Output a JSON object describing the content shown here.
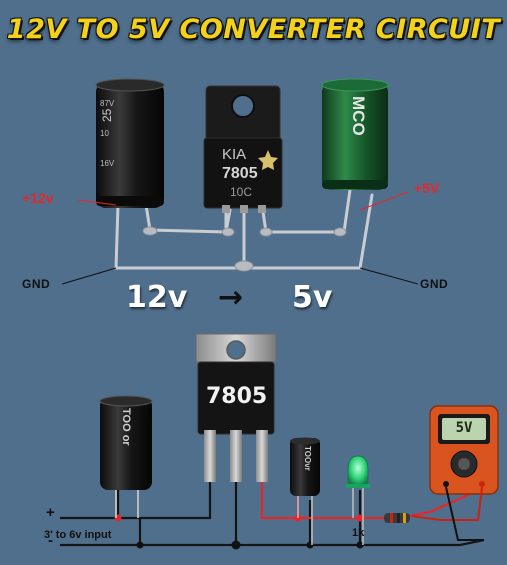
{
  "title": "12V TO 5V CONVERTER CIRCUIT",
  "top": {
    "left_cap_text": "25",
    "right_cap_text": "MCO",
    "regulator_brand": "KIA",
    "regulator_part": "7805",
    "regulator_code": "10C",
    "input_label": "+12v",
    "output_label": "+5V",
    "gnd_left": "GND",
    "gnd_right": "GND",
    "conv_from": "12v",
    "conv_arrow": "→",
    "conv_to": "5v"
  },
  "bottom": {
    "regulator_part": "7805",
    "input_cap_text": "TOO or",
    "output_cap_text": "TOOvr",
    "meter_display": "5V",
    "plus_sign": "+",
    "minus_sign": "-",
    "input_range": "3' to 6v input",
    "resistor_label": "1k"
  },
  "colors": {
    "background": "#4f6f8c",
    "title": "#f5d21a",
    "positive": "#e8262a",
    "led": "#2fd37a",
    "meter_body": "#d9541e"
  }
}
